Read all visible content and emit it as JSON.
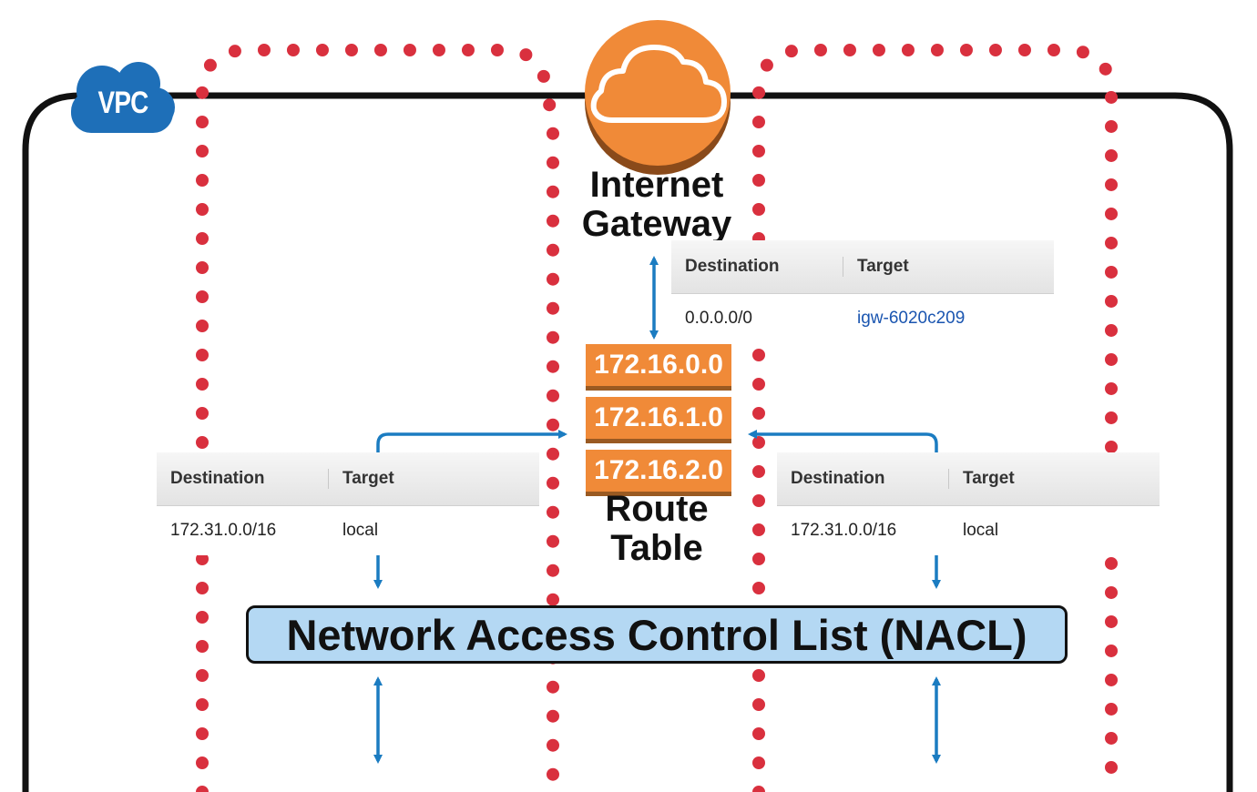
{
  "vpc": {
    "label": "VPC"
  },
  "internet_gateway": {
    "label_line1": "Internet",
    "label_line2": "Gateway"
  },
  "route_table": {
    "label_line1": "Route",
    "label_line2": "Table",
    "subnets": [
      "172.16.0.0",
      "172.16.1.0",
      "172.16.2.0"
    ]
  },
  "tables": {
    "top": {
      "headers": [
        "Destination",
        "Target"
      ],
      "row": {
        "destination": "0.0.0.0/0",
        "target": "igw-6020c209"
      }
    },
    "left": {
      "headers": [
        "Destination",
        "Target"
      ],
      "row": {
        "destination": "172.31.0.0/16",
        "target": "local"
      }
    },
    "right": {
      "headers": [
        "Destination",
        "Target"
      ],
      "row": {
        "destination": "172.31.0.0/16",
        "target": "local"
      }
    }
  },
  "nacl": {
    "label": "Network Access Control List (NACL)"
  },
  "colors": {
    "subnet_border": "#d9303e",
    "orange": "#f08a38",
    "vpc_blue": "#1e6fb8",
    "arrow_blue": "#1b7cc1",
    "nacl_fill": "#b4d8f3",
    "link": "#1a55b0"
  }
}
